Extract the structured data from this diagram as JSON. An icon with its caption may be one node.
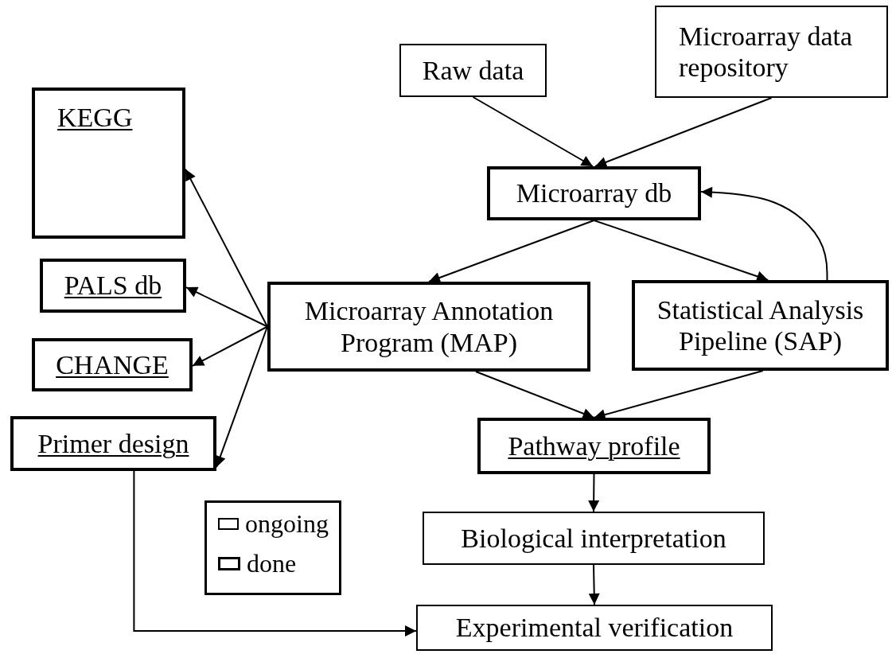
{
  "diagram": {
    "nodes": [
      {
        "text": [
          "KEGG"
        ]
      },
      {
        "text": [
          "Raw data"
        ]
      },
      {
        "text": [
          "Microarray data repository"
        ]
      },
      {
        "text": [
          "Microarray db"
        ]
      },
      {
        "text": [
          "PALS db"
        ]
      },
      {
        "text": [
          "Microarray Annotation Program (MAP)"
        ]
      },
      {
        "text": [
          "Statistical Analysis Pipeline (SAP)"
        ]
      },
      {
        "text": [
          "CHANGE"
        ]
      },
      {
        "text": [
          "Primer design"
        ]
      },
      {
        "text": [
          "Pathway profile"
        ]
      },
      {
        "text": [
          "Biological interpretation"
        ]
      },
      {
        "text": [
          "Experimental verification"
        ]
      }
    ],
    "edges": [
      {
        "from": 1,
        "to": 3,
        "arrow": "to"
      },
      {
        "from": 2,
        "to": 3,
        "arrow": "to"
      },
      {
        "from": 3,
        "to": 5,
        "arrow": "to"
      },
      {
        "from": 3,
        "to": 6,
        "arrow": "to"
      },
      {
        "from": 6,
        "to": 3,
        "arrow": "to"
      },
      {
        "from": 5,
        "to": 0,
        "arrow": "to"
      },
      {
        "from": 5,
        "to": 4,
        "arrow": "to"
      },
      {
        "from": 5,
        "to": 7,
        "arrow": "to"
      },
      {
        "from": 5,
        "to": 8,
        "arrow": "to"
      },
      {
        "from": 5,
        "to": 9,
        "arrow": "to"
      },
      {
        "from": 6,
        "to": 9,
        "arrow": "to"
      },
      {
        "from": 9,
        "to": 10,
        "arrow": "to"
      },
      {
        "from": 10,
        "to": 11,
        "arrow": "to"
      },
      {
        "from": 8,
        "to": 11,
        "arrow": "to"
      }
    ],
    "legend": [
      {
        "text": "ongoing"
      },
      {
        "text": "done"
      }
    ]
  }
}
